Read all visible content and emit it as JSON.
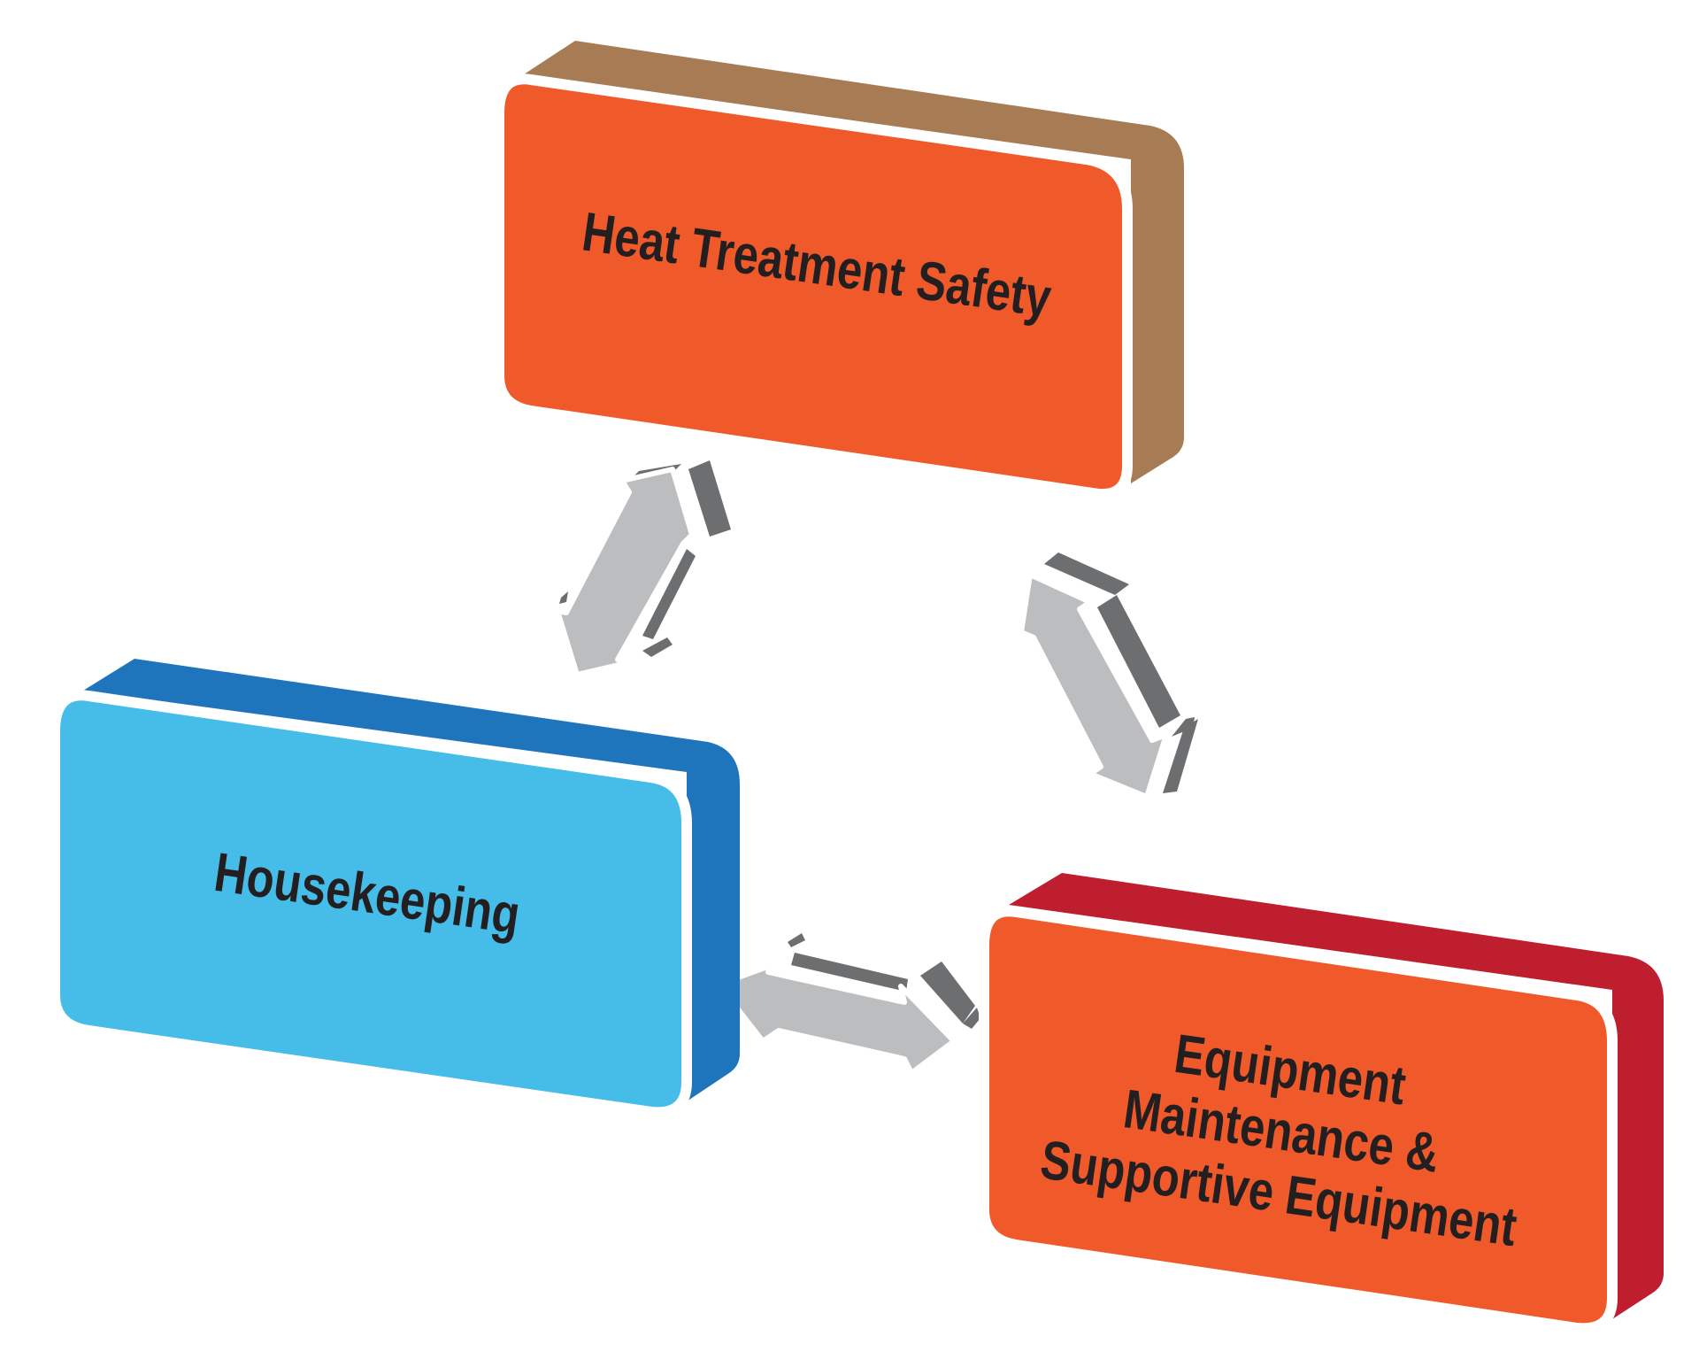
{
  "diagram": {
    "blocks": [
      {
        "id": "heat-treatment-safety",
        "label_lines": [
          "Heat Treatment Safety"
        ],
        "face_color": "#f05a2b",
        "side_color": "#a77b53"
      },
      {
        "id": "housekeeping",
        "label_lines": [
          "Housekeeping"
        ],
        "face_color": "#45bde8",
        "side_color": "#1f75bc"
      },
      {
        "id": "equipment-maintenance",
        "label_lines": [
          "Equipment",
          "Maintenance &",
          "Supportive Equipment"
        ],
        "face_color": "#f05a2b",
        "side_color": "#be1e2d"
      }
    ],
    "connectors": [
      {
        "from": "heat-treatment-safety",
        "to": "housekeeping",
        "type": "bidirectional"
      },
      {
        "from": "heat-treatment-safety",
        "to": "equipment-maintenance",
        "type": "bidirectional"
      },
      {
        "from": "housekeeping",
        "to": "equipment-maintenance",
        "type": "bidirectional"
      }
    ],
    "colors": {
      "arrow_face": "#bcbdbf",
      "arrow_shadow": "#6d6e70",
      "outline": "#ffffff",
      "text": "#231f20"
    }
  }
}
